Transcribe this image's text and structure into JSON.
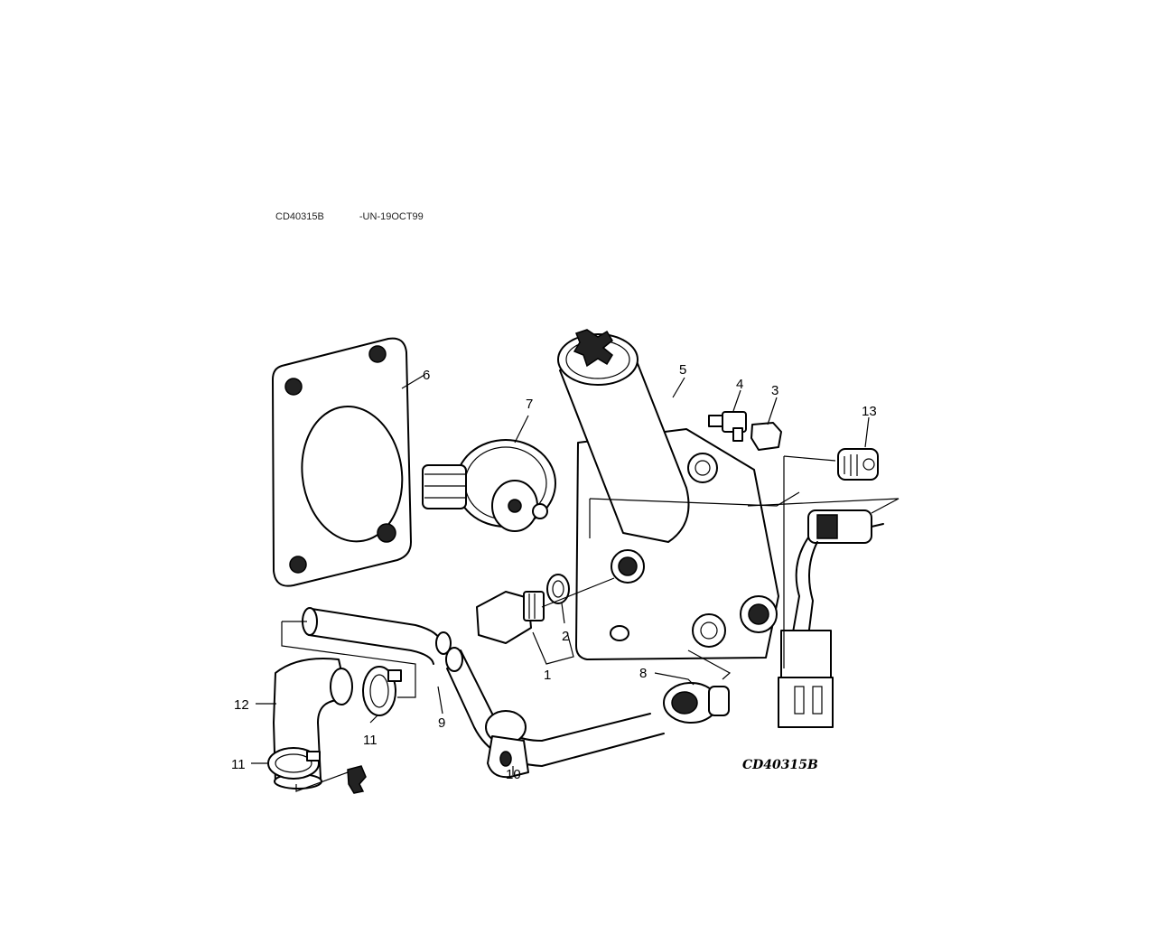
{
  "header": {
    "code": "CD40315B",
    "date": "-UN-19OCT99"
  },
  "figure_code": "CD40315B",
  "callouts": {
    "c1": "1",
    "c2": "2",
    "c3": "3",
    "c4": "4",
    "c5": "5",
    "c6": "6",
    "c7": "7",
    "c8": "8",
    "c9": "9",
    "c10": "10",
    "c11a": "11",
    "c11b": "11",
    "c12": "12",
    "c13": "13"
  }
}
